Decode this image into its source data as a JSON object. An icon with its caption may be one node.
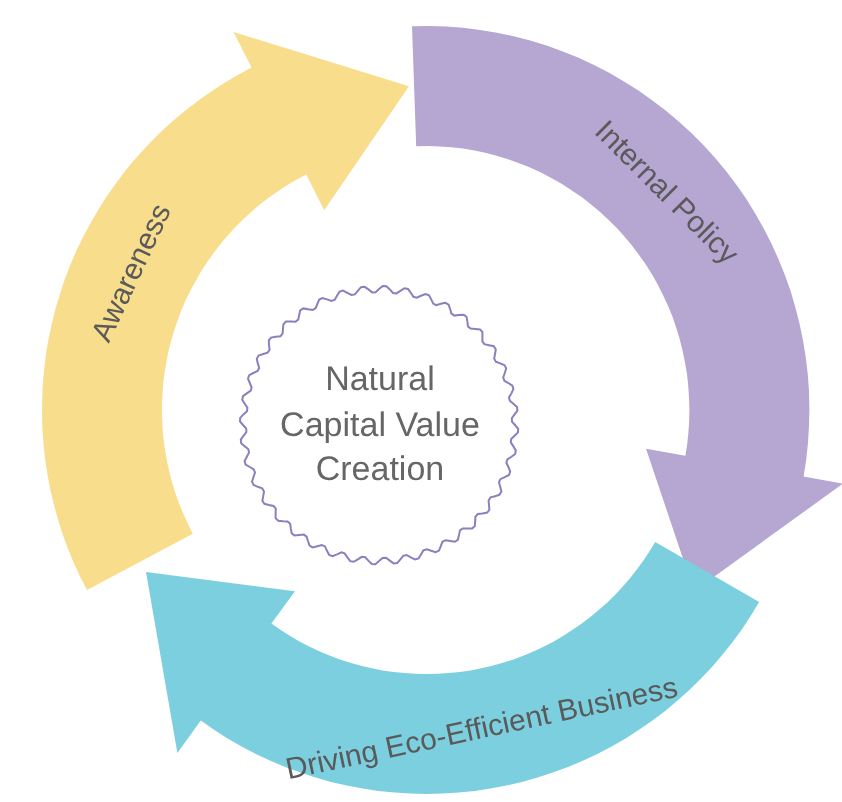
{
  "diagram": {
    "nodes": [
      {
        "text": [
          "Awareness"
        ]
      },
      {
        "text": [
          "Internal Policy"
        ]
      },
      {
        "text": [
          "Driving Eco-Efficient Business"
        ]
      },
      {
        "text": [
          "Natural Capital Value Creation"
        ]
      }
    ]
  }
}
